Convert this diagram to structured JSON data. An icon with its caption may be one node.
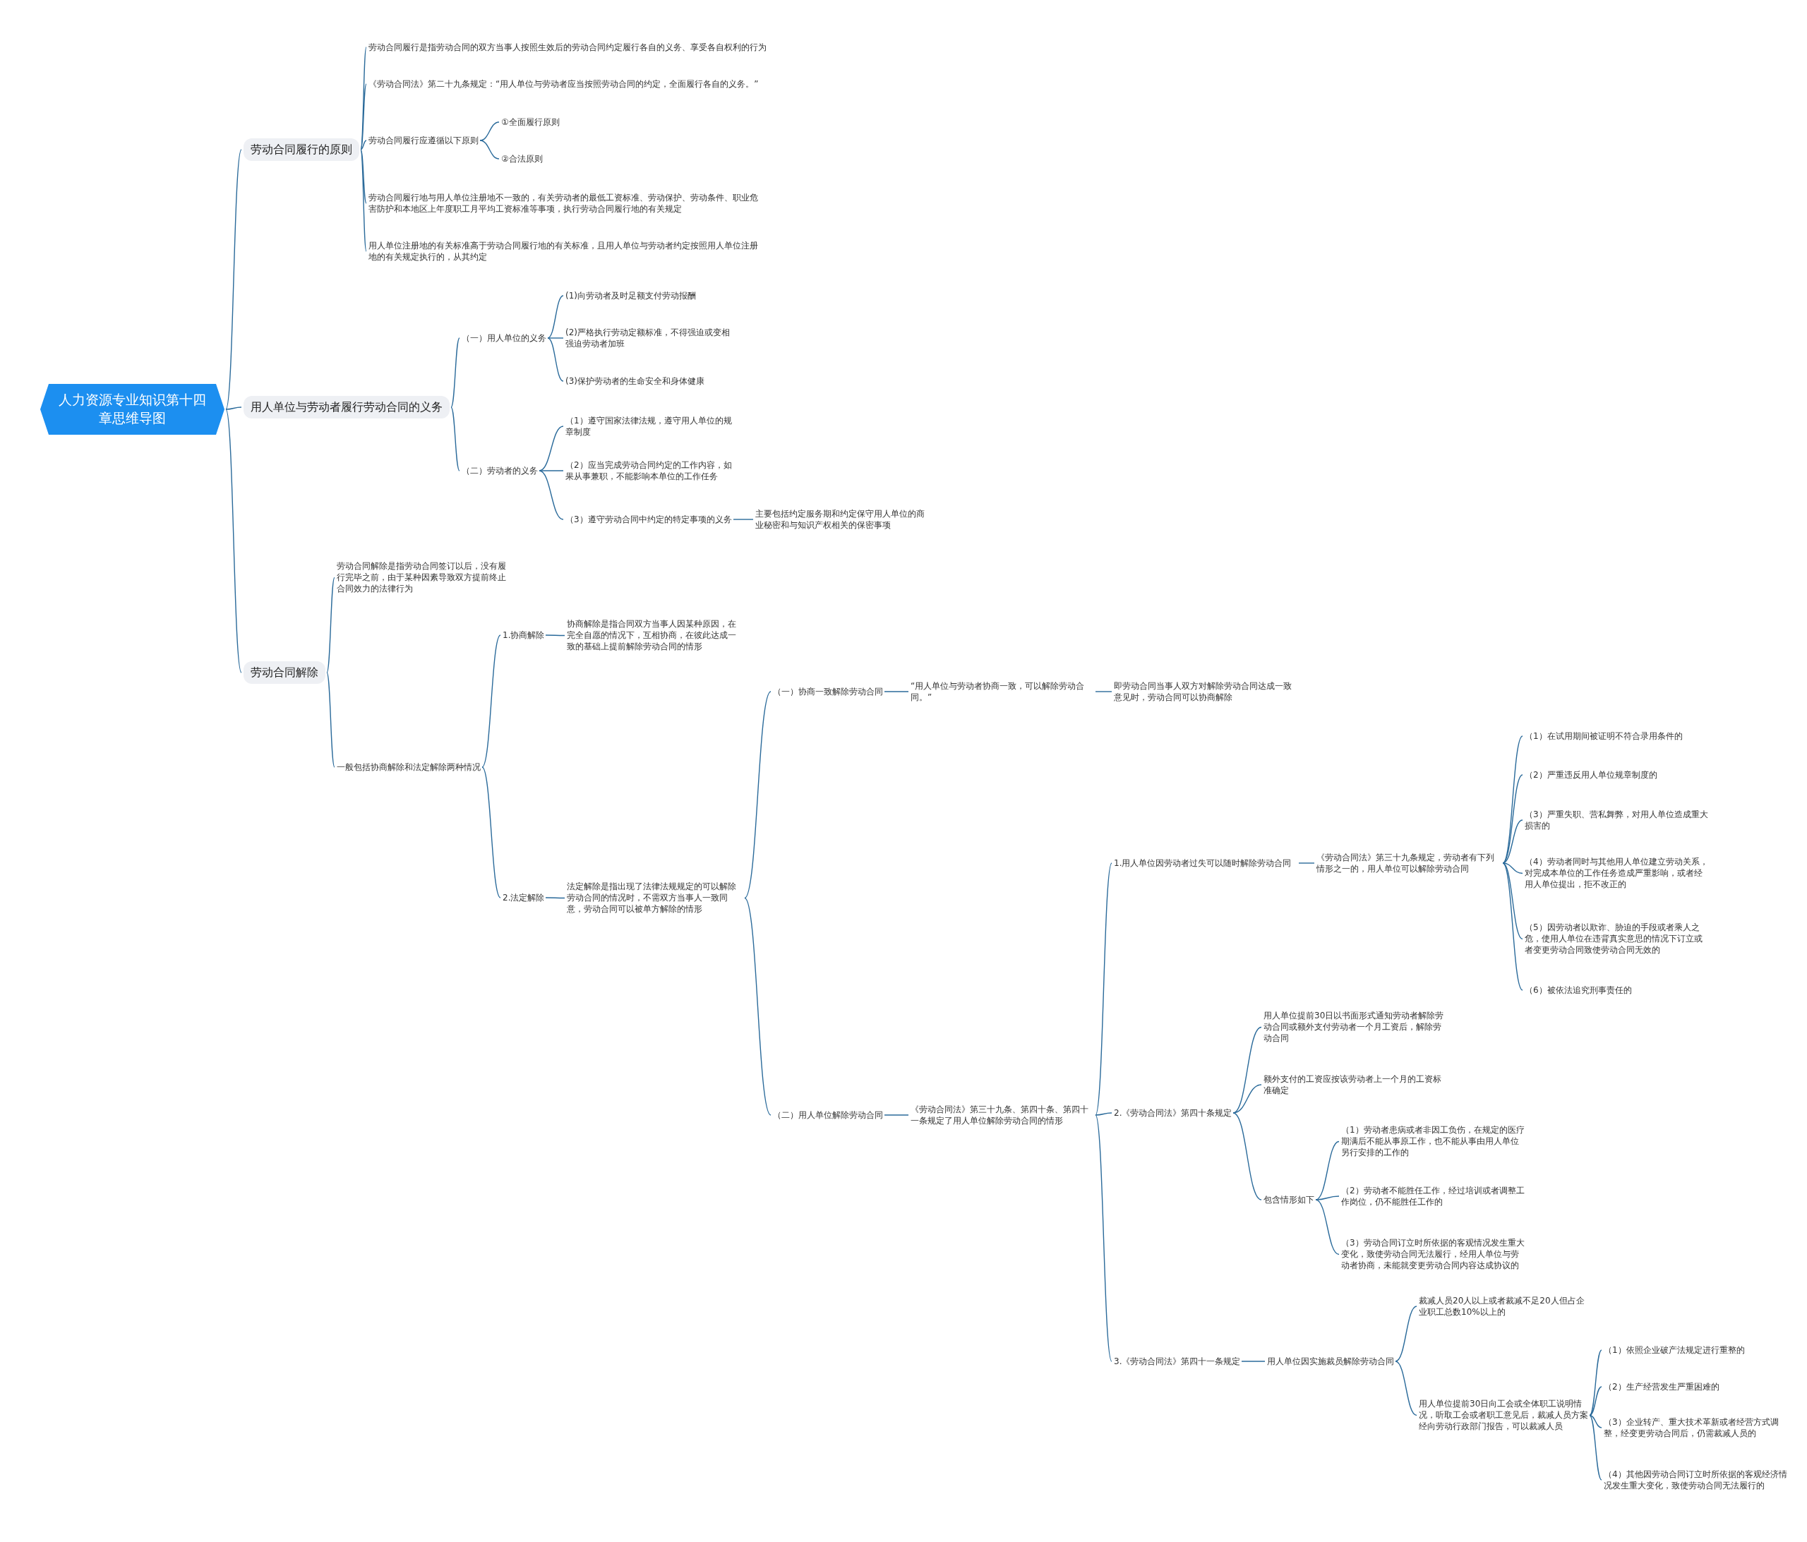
{
  "diagram": {
    "nodes": [
      {
        "text": [
          "人力资源专业知识第十四章思维导图"
        ]
      },
      {
        "text": [
          "劳动合同履行的原则"
        ]
      },
      {
        "text": [
          "劳动合同履行是指劳动合同的双方当事人按照生效后的劳动合同约定履行各自的义务、享受各自权利的行为"
        ]
      },
      {
        "text": [
          "《劳动合同法》第二十九条规定：“用人单位与劳动者应当按照劳动合同的约定，全面履行各自的义务。”"
        ]
      },
      {
        "text": [
          "劳动合同履行应遵循以下原则"
        ]
      },
      {
        "text": [
          "①全面履行原则"
        ]
      },
      {
        "text": [
          "②合法原则"
        ]
      },
      {
        "text": [
          "劳动合同履行地与用人单位注册地不一致的，有关劳动者的最低工资标准、劳动保护、劳动条件、职业危害防护和本地区上年度职工月平均工资标准等事项，执行劳动合同履行地的有关规定"
        ]
      },
      {
        "text": [
          "用人单位注册地的有关标准高于劳动合同履行地的有关标准，且用人单位与劳动者约定按照用人单位注册地的有关规定执行的，从其约定"
        ]
      },
      {
        "text": [
          "用人单位与劳动者履行劳动合同的义务"
        ]
      },
      {
        "text": [
          "（一）用人单位的义务"
        ]
      },
      {
        "text": [
          "(1)向劳动者及时足额支付劳动报酬"
        ]
      },
      {
        "text": [
          "(2)严格执行劳动定额标准，不得强迫或变相强迫劳动者加班"
        ]
      },
      {
        "text": [
          "(3)保护劳动者的生命安全和身体健康"
        ]
      },
      {
        "text": [
          "（二）劳动者的义务"
        ]
      },
      {
        "text": [
          "（1）遵守国家法律法规，遵守用人单位的规章制度"
        ]
      },
      {
        "text": [
          "（2）应当完成劳动合同约定的工作内容，如果从事兼职，不能影响本单位的工作任务"
        ]
      },
      {
        "text": [
          "（3）遵守劳动合同中约定的特定事项的义务"
        ]
      },
      {
        "text": [
          "主要包括约定服务期和约定保守用人单位的商业秘密和与知识产权相关的保密事项"
        ]
      },
      {
        "text": [
          "劳动合同解除"
        ]
      },
      {
        "text": [
          "劳动合同解除是指劳动合同签订以后，没有履行完毕之前，由于某种因素导致双方提前终止合同效力的法律行为"
        ]
      },
      {
        "text": [
          "一般包括协商解除和法定解除两种情况"
        ]
      },
      {
        "text": [
          "1.协商解除"
        ]
      },
      {
        "text": [
          "协商解除是指合同双方当事人因某种原因，在完全自愿的情况下，互相协商，在彼此达成一致的基础上提前解除劳动合同的情形"
        ]
      },
      {
        "text": [
          "2.法定解除"
        ]
      },
      {
        "text": [
          "法定解除是指出现了法律法规规定的可以解除劳动合同的情况时，不需双方当事人一致同意，劳动合同可以被单方解除的情形"
        ]
      },
      {
        "text": [
          "（一）协商一致解除劳动合同"
        ]
      },
      {
        "text": [
          "“用人单位与劳动者协商一致，可以解除劳动合同。”"
        ]
      },
      {
        "text": [
          "即劳动合同当事人双方对解除劳动合同达成一致意见时，劳动合同可以协商解除"
        ]
      },
      {
        "text": [
          "（二）用人单位解除劳动合同"
        ]
      },
      {
        "text": [
          "《劳动合同法》第三十九条、第四十条、第四十一条规定了用人单位解除劳动合同的情形"
        ]
      },
      {
        "text": [
          "1.用人单位因劳动者过失可以随时解除劳动合同"
        ]
      },
      {
        "text": [
          "《劳动合同法》第三十九条规定，劳动者有下列情形之一的，用人单位可以解除劳动合同"
        ]
      },
      {
        "text": [
          "（1）在试用期间被证明不符合录用条件的"
        ]
      },
      {
        "text": [
          "（2）严重违反用人单位规章制度的"
        ]
      },
      {
        "text": [
          "（3）严重失职、营私舞弊，对用人单位造成重大损害的"
        ]
      },
      {
        "text": [
          "（4）劳动者同时与其他用人单位建立劳动关系，对完成本单位的工作任务造成严重影响，或者经用人单位提出，拒不改正的"
        ]
      },
      {
        "text": [
          "（5）因劳动者以欺诈、胁迫的手段或者乘人之危，使用人单位在违背真实意思的情况下订立或者变更劳动合同致使劳动合同无效的"
        ]
      },
      {
        "text": [
          "（6）被依法追究刑事责任的"
        ]
      },
      {
        "text": [
          "2.《劳动合同法》第四十条规定"
        ]
      },
      {
        "text": [
          "用人单位提前30日以书面形式通知劳动者解除劳动合同或额外支付劳动者一个月工资后，解除劳动合同"
        ]
      },
      {
        "text": [
          "额外支付的工资应按该劳动者上一个月的工资标准确定"
        ]
      },
      {
        "text": [
          "包含情形如下"
        ]
      },
      {
        "text": [
          "（1）劳动者患病或者非因工负伤，在规定的医疗期满后不能从事原工作，也不能从事由用人单位另行安排的工作的"
        ]
      },
      {
        "text": [
          "（2）劳动者不能胜任工作，经过培训或者调整工作岗位，仍不能胜任工作的"
        ]
      },
      {
        "text": [
          "（3）劳动合同订立时所依据的客观情况发生重大变化，致使劳动合同无法履行，经用人单位与劳动者协商，未能就变更劳动合同内容达成协议的"
        ]
      },
      {
        "text": [
          "3.《劳动合同法》第四十一条规定"
        ]
      },
      {
        "text": [
          "用人单位因实施裁员解除劳动合同"
        ]
      },
      {
        "text": [
          "裁减人员20人以上或者裁减不足20人但占企业职工总数10%以上的"
        ]
      },
      {
        "text": [
          "用人单位提前30日向工会或全体职工说明情况，听取工会或者职工意见后，裁减人员方案经向劳动行政部门报告，可以裁减人员"
        ]
      },
      {
        "text": [
          "（1）依照企业破产法规定进行重整的"
        ]
      },
      {
        "text": [
          "（2）生产经营发生严重困难的"
        ]
      },
      {
        "text": [
          "（3）企业转产、重大技术革新或者经营方式调整，经变更劳动合同后，仍需裁减人员的"
        ]
      },
      {
        "text": [
          "（4）其他因劳动合同订立时所依据的客观经济情况发生重大变化，致使劳动合同无法履行的"
        ]
      }
    ],
    "edges": [
      {
        "from": 0,
        "to": 1,
        "arrow": "none"
      },
      {
        "from": 1,
        "to": 2,
        "arrow": "none"
      },
      {
        "from": 1,
        "to": 3,
        "arrow": "none"
      },
      {
        "from": 1,
        "to": 4,
        "arrow": "none"
      },
      {
        "from": 4,
        "to": 5,
        "arrow": "none"
      },
      {
        "from": 4,
        "to": 6,
        "arrow": "none"
      },
      {
        "from": 1,
        "to": 7,
        "arrow": "none"
      },
      {
        "from": 1,
        "to": 8,
        "arrow": "none"
      },
      {
        "from": 0,
        "to": 9,
        "arrow": "none"
      },
      {
        "from": 9,
        "to": 10,
        "arrow": "none"
      },
      {
        "from": 10,
        "to": 11,
        "arrow": "none"
      },
      {
        "from": 10,
        "to": 12,
        "arrow": "none"
      },
      {
        "from": 10,
        "to": 13,
        "arrow": "none"
      },
      {
        "from": 9,
        "to": 14,
        "arrow": "none"
      },
      {
        "from": 14,
        "to": 15,
        "arrow": "none"
      },
      {
        "from": 14,
        "to": 16,
        "arrow": "none"
      },
      {
        "from": 14,
        "to": 17,
        "arrow": "none"
      },
      {
        "from": 17,
        "to": 18,
        "arrow": "none"
      },
      {
        "from": 0,
        "to": 19,
        "arrow": "none"
      },
      {
        "from": 19,
        "to": 20,
        "arrow": "none"
      },
      {
        "from": 19,
        "to": 21,
        "arrow": "none"
      },
      {
        "from": 21,
        "to": 22,
        "arrow": "none"
      },
      {
        "from": 22,
        "to": 23,
        "arrow": "none"
      },
      {
        "from": 21,
        "to": 24,
        "arrow": "none"
      },
      {
        "from": 24,
        "to": 25,
        "arrow": "none"
      },
      {
        "from": 25,
        "to": 26,
        "arrow": "none"
      },
      {
        "from": 26,
        "to": 27,
        "arrow": "none"
      },
      {
        "from": 27,
        "to": 28,
        "arrow": "none"
      },
      {
        "from": 25,
        "to": 29,
        "arrow": "none"
      },
      {
        "from": 29,
        "to": 30,
        "arrow": "none"
      },
      {
        "from": 30,
        "to": 31,
        "arrow": "none"
      },
      {
        "from": 31,
        "to": 32,
        "arrow": "none"
      },
      {
        "from": 32,
        "to": 33,
        "arrow": "none"
      },
      {
        "from": 32,
        "to": 34,
        "arrow": "none"
      },
      {
        "from": 32,
        "to": 35,
        "arrow": "none"
      },
      {
        "from": 32,
        "to": 36,
        "arrow": "none"
      },
      {
        "from": 32,
        "to": 37,
        "arrow": "none"
      },
      {
        "from": 32,
        "to": 38,
        "arrow": "none"
      },
      {
        "from": 30,
        "to": 39,
        "arrow": "none"
      },
      {
        "from": 39,
        "to": 40,
        "arrow": "none"
      },
      {
        "from": 39,
        "to": 41,
        "arrow": "none"
      },
      {
        "from": 39,
        "to": 42,
        "arrow": "none"
      },
      {
        "from": 42,
        "to": 43,
        "arrow": "none"
      },
      {
        "from": 42,
        "to": 44,
        "arrow": "none"
      },
      {
        "from": 42,
        "to": 45,
        "arrow": "none"
      },
      {
        "from": 30,
        "to": 46,
        "arrow": "none"
      },
      {
        "from": 46,
        "to": 47,
        "arrow": "none"
      },
      {
        "from": 47,
        "to": 48,
        "arrow": "none"
      },
      {
        "from": 47,
        "to": 49,
        "arrow": "none"
      },
      {
        "from": 49,
        "to": 50,
        "arrow": "none"
      },
      {
        "from": 49,
        "to": 51,
        "arrow": "none"
      },
      {
        "from": 49,
        "to": 52,
        "arrow": "none"
      },
      {
        "from": 49,
        "to": 53,
        "arrow": "none"
      }
    ]
  }
}
